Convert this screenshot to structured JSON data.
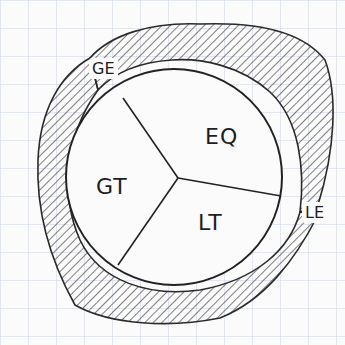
{
  "diagram": {
    "nodes": [
      {
        "text": [
          "GT"
        ]
      },
      {
        "text": [
          "EQ"
        ]
      },
      {
        "text": [
          "LT"
        ]
      }
    ],
    "labels": [
      "GE",
      "LE"
    ]
  }
}
